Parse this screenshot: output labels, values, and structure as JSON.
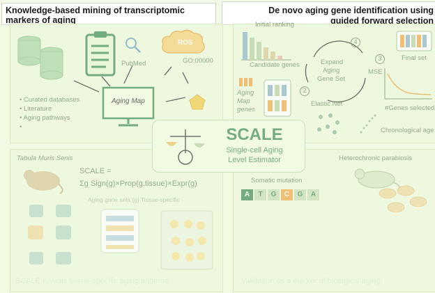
{
  "panels": {
    "top_left_title": "Knowledge-based mining of transcriptomic markers of aging",
    "top_right_title": "De novo aging gene identification using guided forward selection"
  },
  "left_top": {
    "pubmed_label": "PubMed",
    "ros_label": "ROS",
    "go_label": "GO:00000",
    "aging_map_label": "Aging Map",
    "sources": [
      "Curated databases",
      "Literature",
      "Aging pathways",
      ""
    ]
  },
  "right_top": {
    "initial_ranking": "Initial ranking",
    "candidate_genes": "Candidate genes",
    "aging_map_genes": "Aging Map genes",
    "expand_line1": "Expand",
    "expand_line2": "Aging",
    "expand_line3": "Gene Set",
    "elastic_net": "Elastic Net",
    "mse": "MSE",
    "final_set": "Final set",
    "genes_selected": "#Genes selected",
    "chronological_age": "Chronological age",
    "step2": "2",
    "step3": "3",
    "step4": "4"
  },
  "center": {
    "title": "SCALE",
    "subtitle_line1": "Single-cell Aging",
    "subtitle_line2": "Level Estimator"
  },
  "bottom_left": {
    "dataset": "Tabula Muris Senis",
    "formula_line1": "SCALE =",
    "formula_line2": "Σg Sign(g)×Prop(g,tissue)×Expr(g)",
    "faded_line": "Aging gene sets (g)        Tissue-specific",
    "caption": "SCALE reveals tissue-specific aging patterns"
  },
  "bottom_right": {
    "parabiosis": "Heterochronic parabiosis",
    "somatic": "Somatic mutation",
    "bases": [
      "A",
      "T",
      "G",
      "C",
      "G",
      "A"
    ],
    "caption": "Validation as a marker of biological aging"
  },
  "colors": {
    "background": "#f3fbe6",
    "accent_green": "#3f8a5a",
    "accent_orange": "#f0a64a",
    "ros_orange": "#f0b24a",
    "cylinder": "#8cc49a"
  }
}
